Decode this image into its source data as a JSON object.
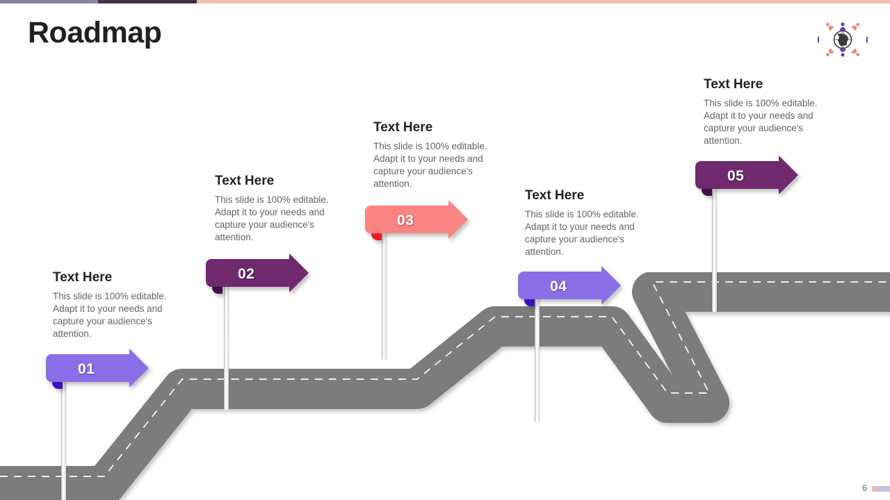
{
  "slide": {
    "title": "Roadmap",
    "page_number": "6",
    "background_color": "#ffffff"
  },
  "topbar": {
    "segments": [
      {
        "name": "light-purple",
        "color": "#8d82a3"
      },
      {
        "name": "dark-purple",
        "color": "#40304a"
      },
      {
        "name": "peach",
        "color": "#f0c0ae"
      }
    ]
  },
  "logo": {
    "name": "globe-people-logo",
    "globe_color": "#3b3b3b",
    "people_colors": [
      "#6b3fa0",
      "#f08a7a",
      "#8b6fe8"
    ]
  },
  "road": {
    "surface_color": "#7c7c7c",
    "centerline_color": "#ffffff",
    "centerline_style": "dashed"
  },
  "milestones": [
    {
      "number": "01",
      "heading": "Text Here",
      "body": "This slide is 100% editable. Adapt it to your needs and capture your audience's attention.",
      "flag_color": "#8b6fe8",
      "fold_color": "#3a10c0"
    },
    {
      "number": "02",
      "heading": "Text Here",
      "body": "This slide is 100% editable. Adapt it to your needs and capture your audience's attention.",
      "flag_color": "#70296f",
      "fold_color": "#3d1140"
    },
    {
      "number": "03",
      "heading": "Text Here",
      "body": "This slide is 100% editable. Adapt it to your needs and capture your audience's attention.",
      "flag_color": "#f98482",
      "fold_color": "#ed1c24"
    },
    {
      "number": "04",
      "heading": "Text Here",
      "body": "This slide is 100% editable. Adapt it to your needs and capture your audience's attention.",
      "flag_color": "#8b6fe8",
      "fold_color": "#3a10c0"
    },
    {
      "number": "05",
      "heading": "Text Here",
      "body": "This slide is 100% editable. Adapt it to your needs and capture your audience's attention.",
      "flag_color": "#70296f",
      "fold_color": "#3d1140"
    }
  ],
  "footer": {
    "accent_colors": [
      "#f0b9b2",
      "#c6c0de"
    ]
  }
}
